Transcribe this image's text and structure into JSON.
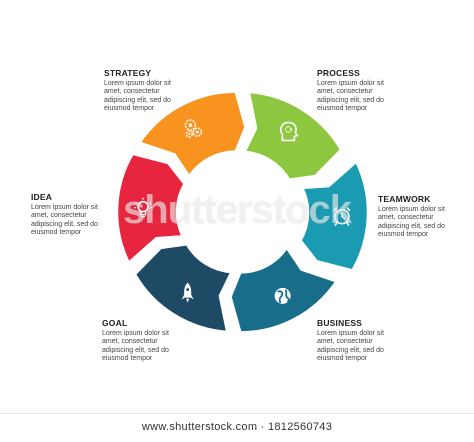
{
  "segments": [
    {
      "id": "strategy",
      "title": "STRATEGY",
      "body": "Lorem ipsum dolor sit amet, consectetur adipiscing elit, sed do eiusmod tempor",
      "color": "#f7931e",
      "icon": "gears-icon"
    },
    {
      "id": "process",
      "title": "PROCESS",
      "body": "Lorem ipsum dolor sit amet, consectetur adipiscing elit, sed do eiusmod tempor",
      "color": "#8dc63f",
      "icon": "head-gear-icon"
    },
    {
      "id": "teamwork",
      "title": "TEAMWORK",
      "body": "Lorem ipsum dolor sit amet, consectetur adipiscing elit, sed do eiusmod tempor",
      "color": "#1a9bb2",
      "icon": "alarm-clock-icon"
    },
    {
      "id": "business",
      "title": "BUSINESS",
      "body": "Lorem ipsum dolor sit amet, consectetur adipiscing elit, sed do eiusmod tempor",
      "color": "#176d8a",
      "icon": "globe-icon"
    },
    {
      "id": "goal",
      "title": "GOAL",
      "body": "Lorem ipsum dolor sit amet, consectetur adipiscing elit, sed do eiusmod tempor",
      "color": "#1e4a66",
      "icon": "rocket-icon"
    },
    {
      "id": "idea",
      "title": "IDEA",
      "body": "Lorem ipsum dolor sit amet, consectetur adipiscing elit, sed do eiusmod tempor",
      "color": "#e8253f",
      "icon": "lightbulb-icon"
    }
  ],
  "watermark": "shutterstock",
  "footer": "www.shutterstock.com · 1812560743"
}
